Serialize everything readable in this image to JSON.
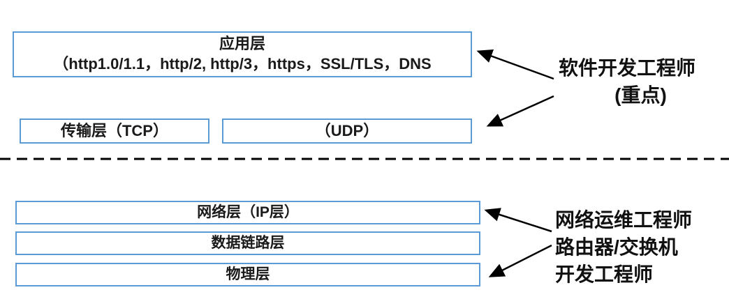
{
  "diagram_title": "network-protocol-layers",
  "layers": {
    "application": {
      "title": "应用层",
      "subtitle": "（http1.0/1.1，http/2, http/3，https，SSL/TLS，DNS"
    },
    "transport_tcp": {
      "label": "传输层（TCP）"
    },
    "transport_udp": {
      "label": "（UDP）"
    },
    "network": {
      "label": "网络层（IP层）"
    },
    "datalink": {
      "label": "数据链路层"
    },
    "physical": {
      "label": "物理层"
    }
  },
  "annotations": {
    "software": {
      "line1": "软件开发工程师",
      "line2": "(重点)"
    },
    "network_ops": {
      "line1": "网络运维工程师",
      "line2": "路由器/交换机",
      "line3": "开发工程师"
    }
  },
  "colors": {
    "box_border": "#5b9bd5",
    "arrow": "#000000",
    "divider": "#000000",
    "text": "#1a1a1a"
  }
}
